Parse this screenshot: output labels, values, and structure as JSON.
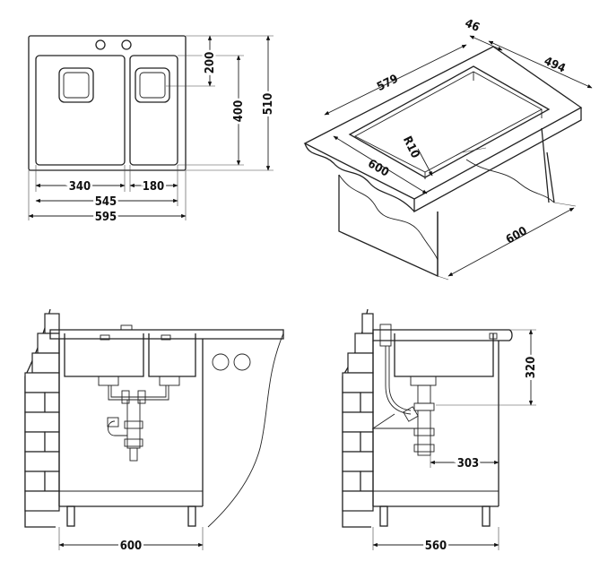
{
  "top_view": {
    "dim_340": "340",
    "dim_180": "180",
    "dim_545": "545",
    "dim_595": "595",
    "dim_200": "200",
    "dim_400": "400",
    "dim_510": "510"
  },
  "iso_view": {
    "dim_46": "46",
    "dim_494": "494",
    "dim_579": "579",
    "dim_r10": "R10",
    "dim_600_top": "600",
    "dim_600_cabinet": "600"
  },
  "front_view": {
    "dim_600": "600"
  },
  "side_view": {
    "dim_320": "320",
    "dim_303": "303",
    "dim_560": "560"
  }
}
